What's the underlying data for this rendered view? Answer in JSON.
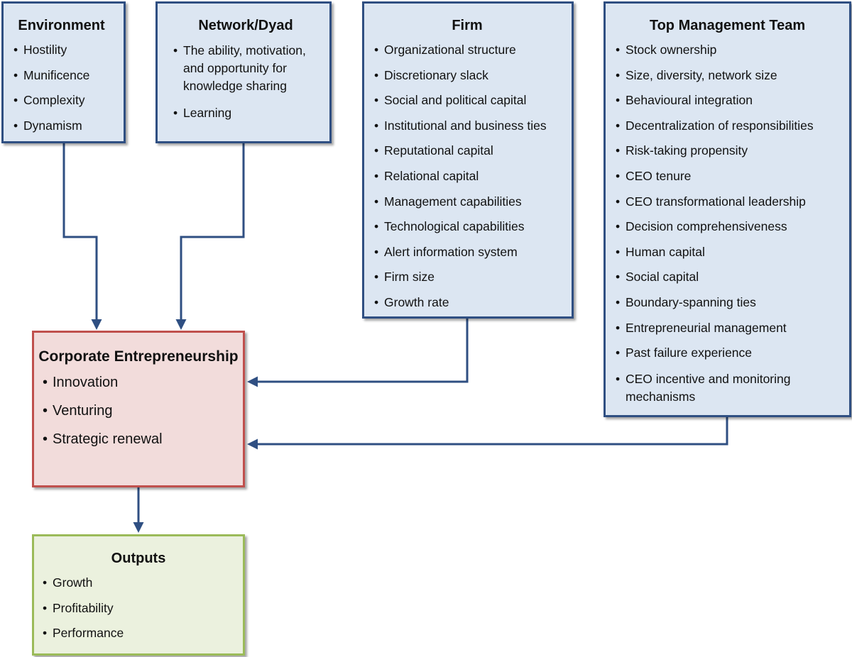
{
  "environment": {
    "title": "Environment",
    "items": [
      "Hostility",
      "Munificence",
      "Complexity",
      "Dynamism"
    ]
  },
  "network": {
    "title": "Network/Dyad",
    "items": [
      "The ability, motivation, and opportunity for knowledge sharing",
      "Learning"
    ]
  },
  "firm": {
    "title": "Firm",
    "items": [
      "Organizational structure",
      "Discretionary slack",
      "Social and political capital",
      "Institutional and business ties",
      "Reputational capital",
      "Relational capital",
      "Management capabilities",
      "Technological capabilities",
      "Alert information system",
      "Firm size",
      "Growth rate"
    ]
  },
  "tmt": {
    "title": "Top Management Team",
    "items": [
      "Stock ownership",
      "Size, diversity, network size",
      "Behavioural integration",
      "Decentralization of responsibilities",
      "Risk-taking propensity",
      "CEO tenure",
      "CEO transformational leadership",
      "Decision comprehensiveness",
      "Human capital",
      "Social capital",
      "Boundary-spanning ties",
      "Entrepreneurial management",
      "Past failure experience",
      "CEO incentive and monitoring mechanisms"
    ]
  },
  "corporate_entrepreneurship": {
    "title": "Corporate Entrepreneurship",
    "items": [
      "Innovation",
      "Venturing",
      "Strategic renewal"
    ]
  },
  "outputs": {
    "title": "Outputs",
    "items": [
      "Growth",
      "Profitability",
      "Performance"
    ]
  },
  "colors": {
    "input_border": "#2f4f82",
    "input_fill": "#dce6f2",
    "ce_border": "#c0504d",
    "ce_fill": "#f2dcdb",
    "outputs_border": "#9bbb59",
    "outputs_fill": "#ebf1de",
    "arrow": "#2f4f82"
  }
}
